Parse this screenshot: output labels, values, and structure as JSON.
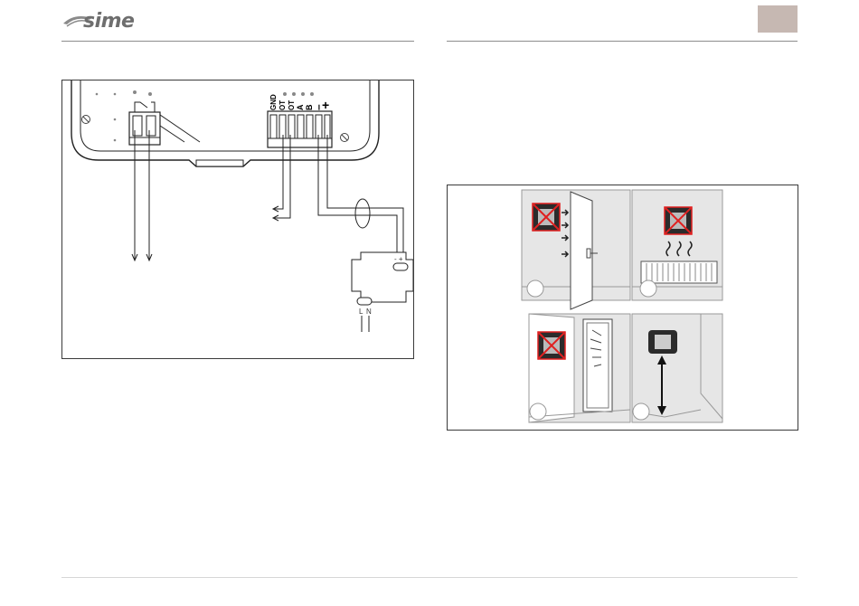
{
  "header": {
    "brand": "sime",
    "brand_color": "#6e6e6e",
    "tab_color": "#c6b8b2"
  },
  "wiring_diagram": {
    "terminals": [
      {
        "id": "gnd",
        "label": "GND"
      },
      {
        "id": "ot1",
        "label": "OT"
      },
      {
        "id": "ot2",
        "label": "OT"
      },
      {
        "id": "a",
        "label": "A"
      },
      {
        "id": "b",
        "label": "B"
      },
      {
        "id": "minus",
        "label": "–"
      },
      {
        "id": "plus",
        "label": "+"
      }
    ],
    "thermostat_power": {
      "l": "L",
      "n": "N"
    }
  },
  "placement_figure": {
    "icons": [
      "thermostat-icon",
      "door-icon",
      "radiator-icon",
      "window-icon",
      "height-arrow-icon"
    ],
    "forbidden_color": "#e02020"
  }
}
